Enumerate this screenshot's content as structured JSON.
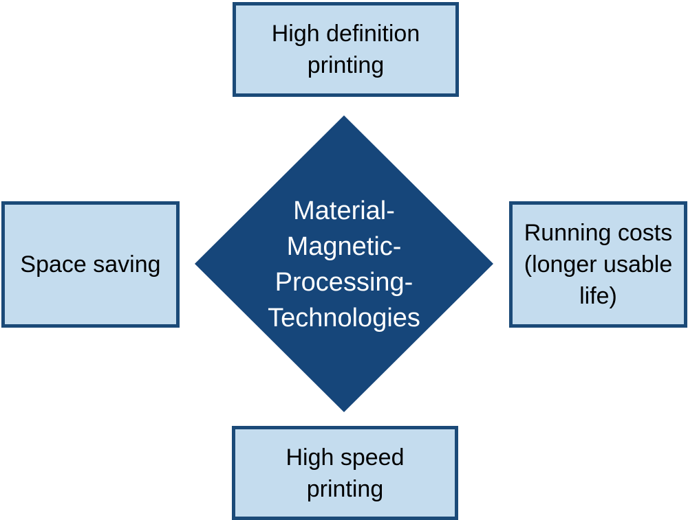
{
  "center": {
    "lines": [
      "Material-",
      "Magnetic-",
      "Processing-",
      "Technologies"
    ]
  },
  "boxes": {
    "top": {
      "lines": [
        "High definition",
        "printing"
      ]
    },
    "left": {
      "lines": [
        "Space saving"
      ]
    },
    "right": {
      "lines": [
        "Running costs",
        "(longer usable",
        "life)"
      ]
    },
    "bottom": {
      "lines": [
        "High speed",
        "printing"
      ]
    }
  },
  "colors": {
    "diamond_fill": "#16467a",
    "box_fill": "#c4dcee",
    "box_border": "#1b4a78",
    "center_text": "#ffffff",
    "box_text": "#000000"
  }
}
